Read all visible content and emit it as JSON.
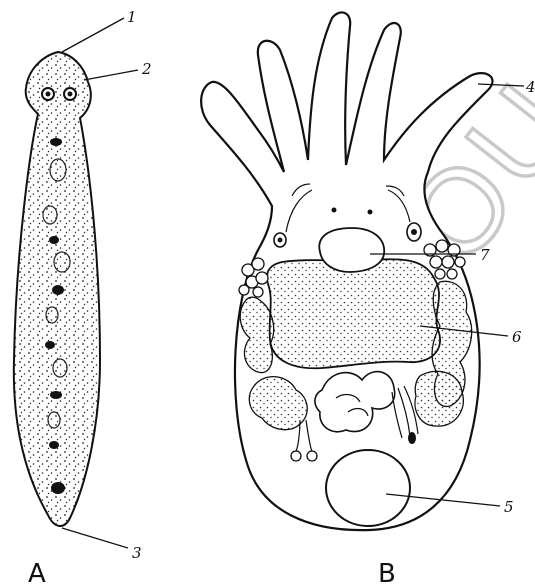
{
  "figure": {
    "panel_a": {
      "caption": "A",
      "labels": [
        "1",
        "2",
        "3"
      ]
    },
    "panel_b": {
      "caption": "B",
      "labels": [
        "4",
        "7",
        "6",
        "5"
      ]
    },
    "watermark": "BRAOU"
  }
}
